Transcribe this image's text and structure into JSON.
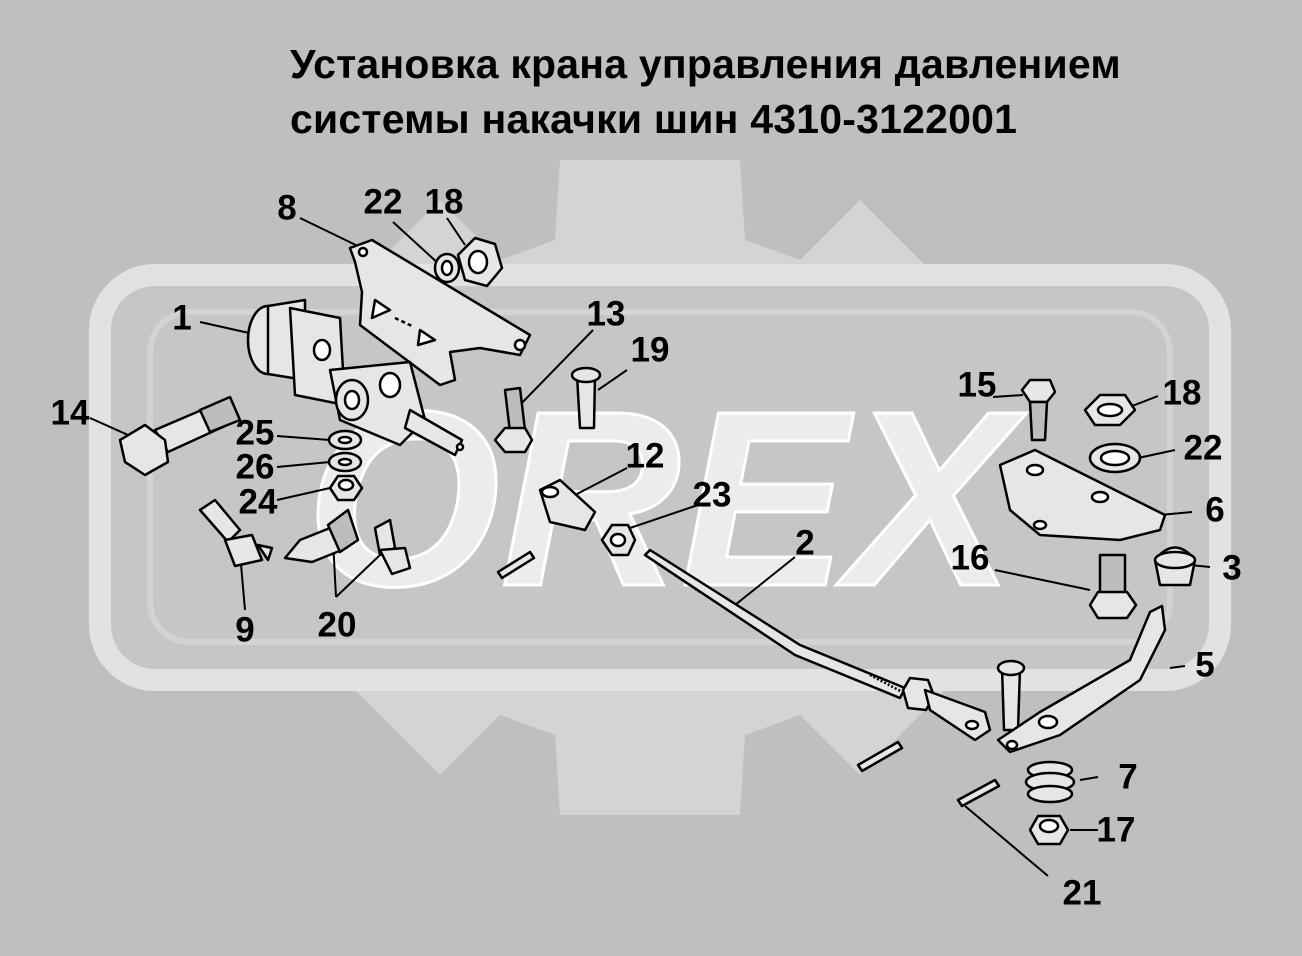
{
  "title": {
    "line1": "Установка крана управления давлением",
    "line2": "системы накачки шин 4310-3122001"
  },
  "watermark": {
    "text": "OREX"
  },
  "colors": {
    "background": "#bfbfbf",
    "watermark_gear": "#d4d4d4",
    "watermark_text": "#ececec",
    "part_fill": "#e6e6e6",
    "line": "#000000"
  },
  "callouts": [
    {
      "id": "label-1",
      "text": "1"
    },
    {
      "id": "label-2",
      "text": "2"
    },
    {
      "id": "label-3",
      "text": "3"
    },
    {
      "id": "label-5",
      "text": "5"
    },
    {
      "id": "label-6",
      "text": "6"
    },
    {
      "id": "label-7",
      "text": "7"
    },
    {
      "id": "label-8",
      "text": "8"
    },
    {
      "id": "label-9",
      "text": "9"
    },
    {
      "id": "label-12",
      "text": "12"
    },
    {
      "id": "label-13",
      "text": "13"
    },
    {
      "id": "label-14",
      "text": "14"
    },
    {
      "id": "label-15",
      "text": "15"
    },
    {
      "id": "label-16",
      "text": "16"
    },
    {
      "id": "label-17",
      "text": "17"
    },
    {
      "id": "label-18a",
      "text": "18"
    },
    {
      "id": "label-18b",
      "text": "18"
    },
    {
      "id": "label-19",
      "text": "19"
    },
    {
      "id": "label-20",
      "text": "20"
    },
    {
      "id": "label-21",
      "text": "21"
    },
    {
      "id": "label-22a",
      "text": "22"
    },
    {
      "id": "label-22b",
      "text": "22"
    },
    {
      "id": "label-23",
      "text": "23"
    },
    {
      "id": "label-24",
      "text": "24"
    },
    {
      "id": "label-25",
      "text": "25"
    },
    {
      "id": "label-26",
      "text": "26"
    }
  ]
}
